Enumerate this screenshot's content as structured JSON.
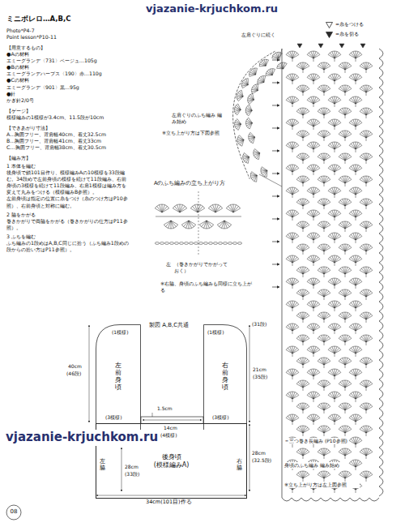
{
  "diagram": {
    "title": "ミニボレロ…A,B,C",
    "nodes": [
      {
        "text": [
          "左前身頃"
        ]
      },
      {
        "text": [
          "右前身頃"
        ]
      },
      {
        "text": [
          "後身頃",
          "(模様編みA)"
        ]
      }
    ],
    "labels": [
      "Photo*P4-7",
      "Point lesson*P10-11",
      "【用意するもの】",
      "●Aの材料",
      "エミーグランデ〈731〉ベージュ…105g",
      "●Bの材料",
      "エミーグランデハーブス〈190〉赤…110g",
      "●Cの材料",
      "エミーグランデ〈901〉黒…95g",
      "●針",
      "かぎ針2/0号",
      "【ゲージ】",
      "模様編みの1模様が3.4cm、11.5段が10cm",
      "【できあがり寸法】",
      "A…胸囲フリー、背肩幅40cm、着丈32.5cm",
      "B…胸囲フリー、背肩幅41cm、着丈33cm",
      "C…胸囲フリー、背肩幅38cm、着丈30.5cm",
      "【編み方】",
      "1 本体を編む",
      "後身頃で鎖101目作り、模様編みAの10模様を33段編む。34段めで左前身頃の模様を続けて11段編み、右前身頃の3模様を続けて11段編み、右肩1模様は編み方を変えて丸みをつける（模様編みB参照）。",
      "左前身頃は指定の位置に糸をつけ（糸のつけ方はP10参照）、右前身頃と対称に編む。",
      "2 脇をかがる",
      "巻きかがりで両脇をかがる（巻きかがりの仕方はP11参照）。",
      "3 ふちを編む",
      "ふち編みの1段めはA,B,C同じに拾う（ふち編み1段めの段からの拾い方はP11参照）。",
      "vjazanie-krjuchkom.ru",
      "左肩ぐりに続く",
      "左肩ぐりのふち編み 編み始め",
      "※立ち上がり方は下図参照",
      "Aのふち編みの立ち上がり方",
      "左",
      "（巻きかがりでかがっておく）",
      "※右脇、身頃のふち編みも同様に立ち上がる",
      "＝三つ巻き長編み (P10参照)",
      "身頃のふち編み 編み始め",
      "※立ち上がり方は左上図参照",
      "製図 A,B,C共通",
      "(31段)",
      "40cm",
      "(46段)",
      "(1模様)",
      "(1模様)",
      "21cm",
      "(35段)",
      "1.5cm",
      "14cm",
      "(4模様)",
      "(3模様)",
      "(3模様)",
      "28cm",
      "(33段)",
      "28cm",
      "(32.5段)",
      "左脇",
      "右脇",
      "34cm(101目)作る",
      "vjazanie-krjuchkom.ru",
      "08"
    ],
    "legend": [
      {
        "text": "=糸をつける"
      },
      {
        "text": "=糸を切る"
      }
    ]
  }
}
